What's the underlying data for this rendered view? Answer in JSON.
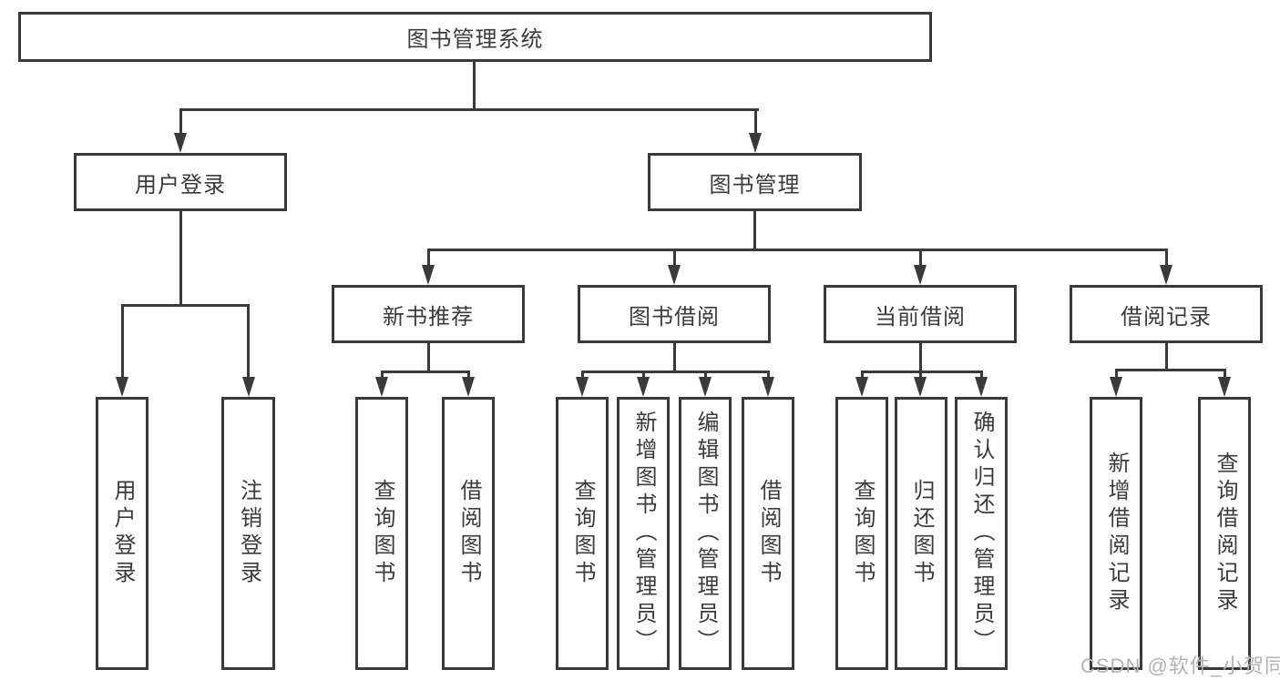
{
  "tree": {
    "label": "图书管理系统",
    "children": [
      {
        "label": "用户登录",
        "children": [
          {
            "label": "用户登录"
          },
          {
            "label": "注销登录"
          }
        ]
      },
      {
        "label": "图书管理",
        "children": [
          {
            "label": "新书推荐",
            "children": [
              {
                "label": "查询图书"
              },
              {
                "label": "借阅图书"
              }
            ]
          },
          {
            "label": "图书借阅",
            "children": [
              {
                "label": "查询图书"
              },
              {
                "label": "新增图书（管理员）"
              },
              {
                "label": "编辑图书（管理员）"
              },
              {
                "label": "借阅图书"
              }
            ]
          },
          {
            "label": "当前借阅",
            "children": [
              {
                "label": "查询图书"
              },
              {
                "label": "归还图书"
              },
              {
                "label": "确认归还（管理员）"
              }
            ]
          },
          {
            "label": "借阅记录",
            "children": [
              {
                "label": "新增借阅记录"
              },
              {
                "label": "查询借阅记录"
              }
            ]
          }
        ]
      }
    ]
  },
  "watermark": "CSDN @软件_小贺同学",
  "colors": {
    "line": "#3a3a3a",
    "text": "#3b3b3b",
    "watermark": "#b3b3b3",
    "background": "#ffffff"
  }
}
